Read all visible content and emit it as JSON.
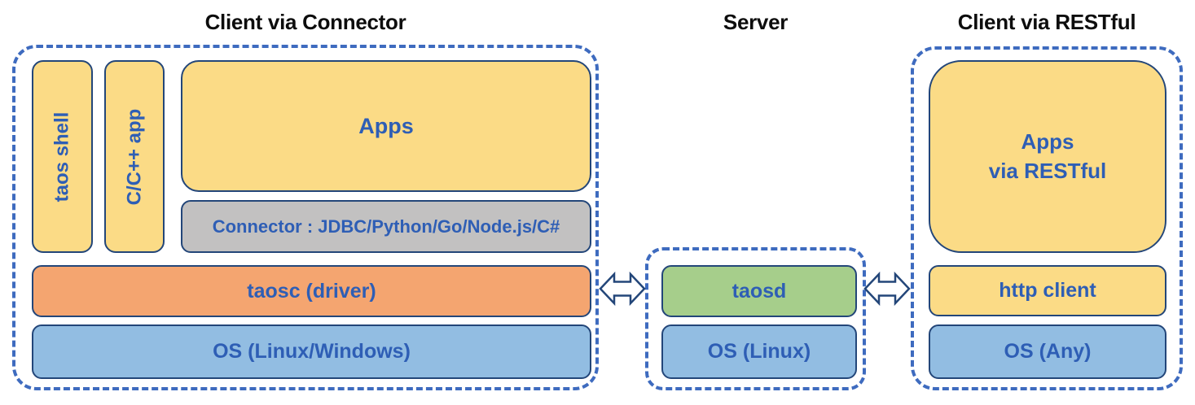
{
  "colors": {
    "yellow": "#FBDB86",
    "orange": "#F4A570",
    "blue_fill": "#92BDE2",
    "green": "#A6CE8B",
    "gray": "#C2C1C1",
    "dash_blue": "#3E6BBF",
    "navy_border": "#234679",
    "label_blue": "#2E5EB5",
    "title_black": "#0D0D0D"
  },
  "sections": {
    "connector": {
      "title": "Client via Connector",
      "boxes": {
        "taos_shell": "taos shell",
        "cpp_app": "C/C++ app",
        "apps": "Apps",
        "connector": "Connector : JDBC/Python/Go/Node.js/C#",
        "taosc": "taosc (driver)",
        "os": "OS (Linux/Windows)"
      }
    },
    "server": {
      "title": "Server",
      "boxes": {
        "taosd": "taosd",
        "os": "OS (Linux)"
      }
    },
    "restful": {
      "title": "Client via RESTful",
      "boxes": {
        "apps": "Apps\nvia RESTful",
        "http_client": "http client",
        "os": "OS (Any)"
      }
    }
  },
  "icons": {
    "left_link": "double-headed-arrow",
    "right_link": "double-headed-arrow"
  }
}
